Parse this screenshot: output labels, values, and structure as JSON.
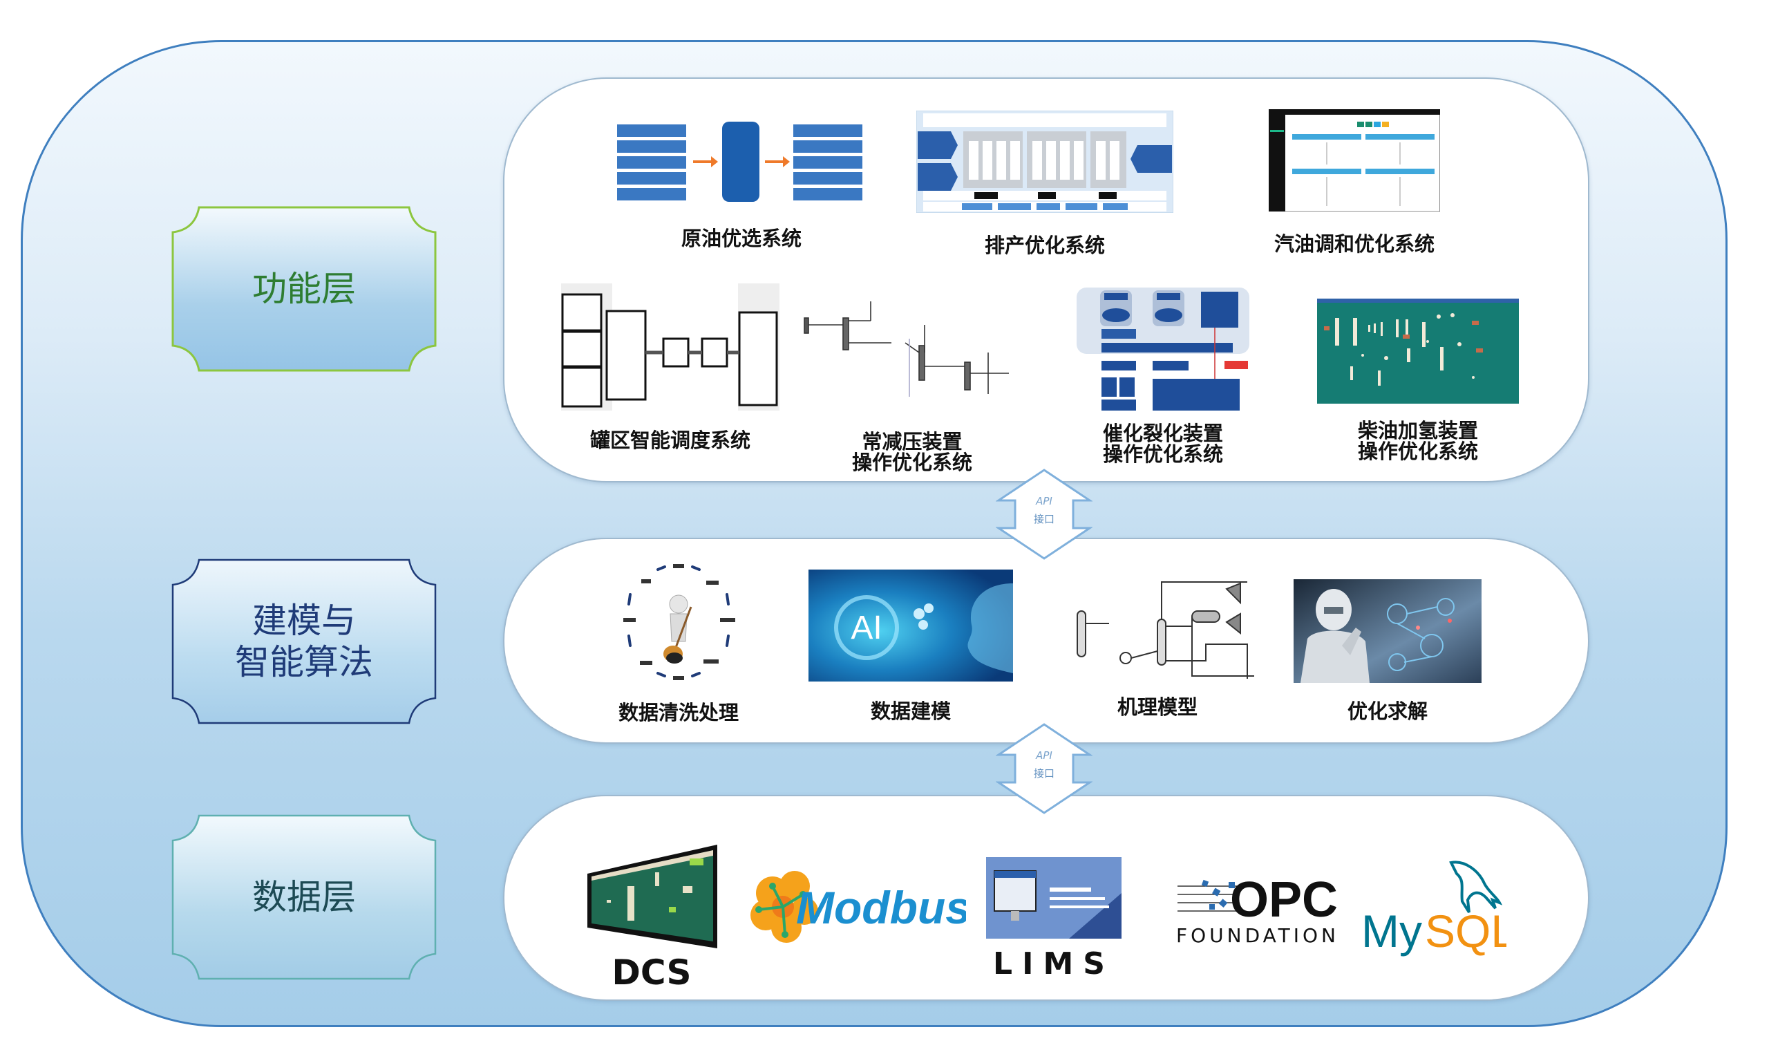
{
  "layers": [
    {
      "label": "功能层",
      "color": "#2e7d32",
      "border": "#8cc63f",
      "items": [
        {
          "caption": "原油优选系统",
          "icon": "crude-selection-flow-diagram"
        },
        {
          "caption": "排产优化系统",
          "icon": "production-scheduling-diagram"
        },
        {
          "caption": "汽油调和优化系统",
          "icon": "gasoline-blending-screen"
        },
        {
          "caption": "罐区智能调度系统",
          "icon": "tank-farm-dispatch-diagram"
        },
        {
          "caption": "常减压装置\n操作优化系统",
          "icon": "atmospheric-vacuum-process-flow"
        },
        {
          "caption": "催化裂化装置\n操作优化系统",
          "icon": "catalytic-cracking-architecture"
        },
        {
          "caption": "柴油加氢装置\n操作优化系统",
          "icon": "diesel-hydrotreating-dcs-screen"
        }
      ]
    },
    {
      "label": "建模与\n智能算法",
      "color": "#1f3b78",
      "border": "#1f3b78",
      "items": [
        {
          "caption": "数据清洗处理",
          "icon": "data-cleaning-figure"
        },
        {
          "caption": "数据建模",
          "icon": "ai-head-image"
        },
        {
          "caption": "机理模型",
          "icon": "mechanism-process-flow"
        },
        {
          "caption": "优化求解",
          "icon": "robot-thinking-image"
        }
      ]
    },
    {
      "label": "数据层",
      "color": "#1d4a54",
      "border": "#5fb0b0",
      "items": [
        {
          "caption": "DCS",
          "icon": "dcs-monitor"
        },
        {
          "caption": "Modbus",
          "icon": "modbus-logo"
        },
        {
          "caption": "LIMS",
          "icon": "lims-screen"
        },
        {
          "caption": "FOUNDATION",
          "brand": "OPC",
          "icon": "opc-foundation-logo"
        },
        {
          "caption_my": "My",
          "caption_sql": "SQL",
          "icon": "mysql-logo"
        }
      ]
    }
  ],
  "connectors": [
    {
      "label": "API",
      "sub": "接口"
    },
    {
      "label": "API",
      "sub": "接口"
    }
  ],
  "colors": {
    "outer_border": "#3f7fbf",
    "modbus_blue": "#1b8fd0",
    "modbus_orange": "#f5a21b",
    "mysql_blue": "#00758f",
    "mysql_orange": "#f29111"
  }
}
